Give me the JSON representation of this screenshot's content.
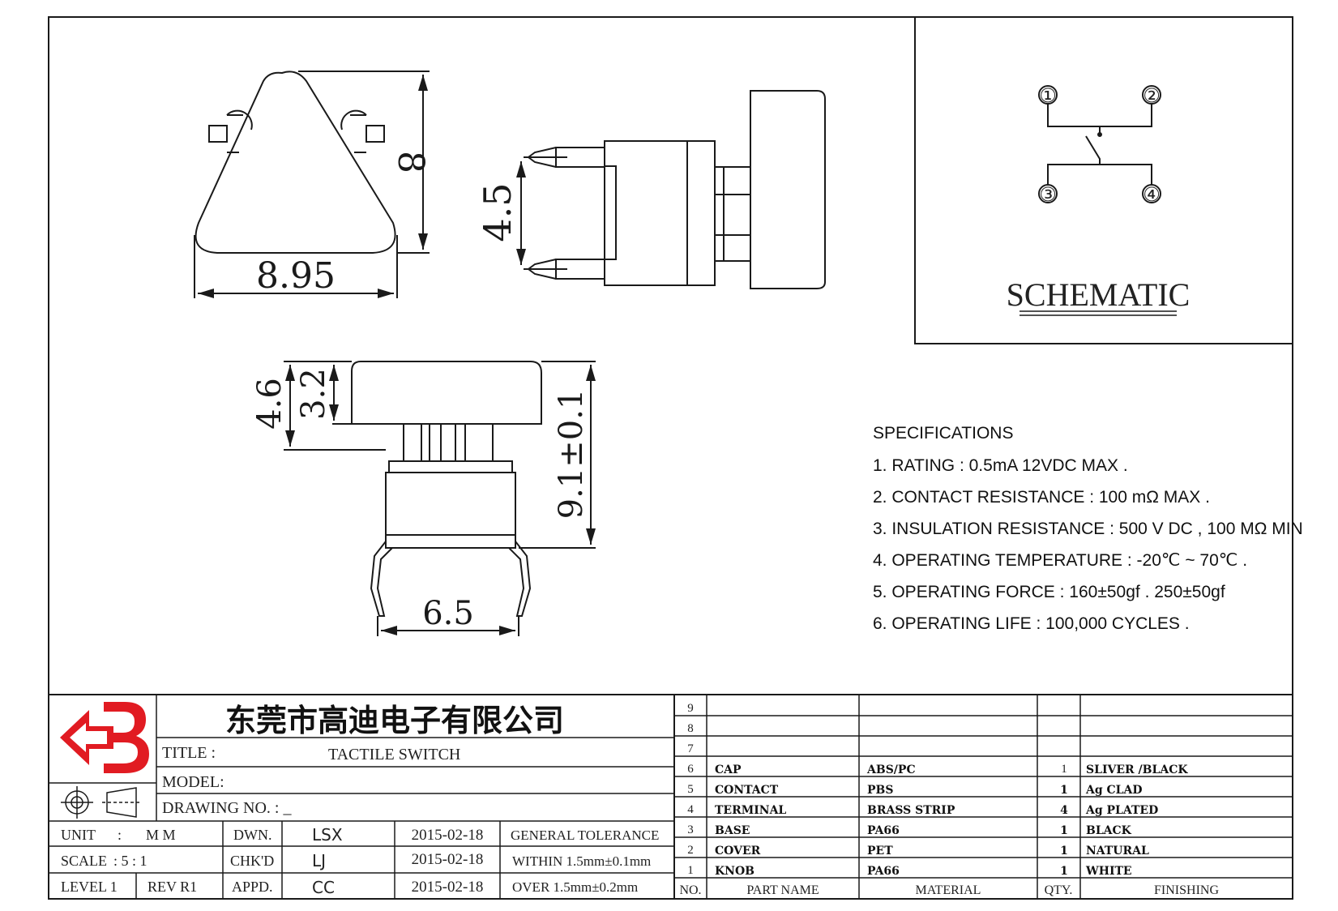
{
  "dimensions": {
    "triangle_width": "8.95",
    "triangle_height": "8",
    "pin_pitch": "4.5",
    "total_height": "4.6",
    "cap_height": "3.2",
    "overall_height": "9.1±0.1",
    "body_width": "6.5"
  },
  "schematic": {
    "label": "SCHEMATIC",
    "pins": [
      "①",
      "②",
      "③",
      "④"
    ]
  },
  "specifications": {
    "heading": "SPECIFICATIONS",
    "items": [
      "1. RATING : 0.5mA 12VDC MAX .",
      "2. CONTACT RESISTANCE : 100 mΩ MAX .",
      "3. INSULATION RESISTANCE : 500 V DC , 100 MΩ MIN",
      "4. OPERATING TEMPERATURE : -20℃ ~ 70℃ .",
      "5. OPERATING FORCE : 160±50gf . 250±50gf",
      "6. OPERATING LIFE : 100,000 CYCLES ."
    ]
  },
  "title_block": {
    "company": "东莞市高迪电子有限公司",
    "title_label": "TITLE :",
    "title_value": "TACTILE SWITCH",
    "model_label": "MODEL:",
    "drawing_no_label": "DRAWING NO. : _",
    "unit_label": "UNIT",
    "unit_colon": ":",
    "unit_value": "M M",
    "scale_label": "SCALE",
    "scale_value": ":  5 : 1",
    "level_label": "LEVEL 1",
    "rev_label": "REV  R1",
    "dwn_label": "DWN.",
    "dwn_name": "LSX",
    "dwn_date": "2015-02-18",
    "chk_label": "CHK'D",
    "chk_name": "LJ",
    "chk_date": "2015-02-18",
    "appd_label": "APPD.",
    "appd_name": "CC",
    "appd_date": "2015-02-18",
    "tol_label": "GENERAL TOLERANCE",
    "tol_within": "WITHIN 1.5mm±0.1mm",
    "tol_over": "OVER   1.5mm±0.2mm"
  },
  "bom": {
    "headers": {
      "no": "NO.",
      "part": "PART  NAME",
      "material": "MATERIAL",
      "qty": "QTY.",
      "finishing": "FINISHING"
    },
    "rows": [
      {
        "no": "9",
        "part": "",
        "material": "",
        "qty": "",
        "finishing": ""
      },
      {
        "no": "8",
        "part": "",
        "material": "",
        "qty": "",
        "finishing": ""
      },
      {
        "no": "7",
        "part": "",
        "material": "",
        "qty": "",
        "finishing": ""
      },
      {
        "no": "6",
        "part": "CAP",
        "material": "ABS/PC",
        "qty": "1",
        "finishing": "SLIVER /BLACK"
      },
      {
        "no": "5",
        "part": "CONTACT",
        "material": "PBS",
        "qty": "1",
        "finishing": "Ag CLAD"
      },
      {
        "no": "4",
        "part": "TERMINAL",
        "material": "BRASS STRIP",
        "qty": "4",
        "finishing": "Ag PLATED"
      },
      {
        "no": "3",
        "part": "BASE",
        "material": "PA66",
        "qty": "1",
        "finishing": "BLACK"
      },
      {
        "no": "2",
        "part": "COVER",
        "material": "PET",
        "qty": "1",
        "finishing": "NATURAL"
      },
      {
        "no": "1",
        "part": "KNOB",
        "material": "PA66",
        "qty": "1",
        "finishing": "WHITE"
      }
    ]
  },
  "colors": {
    "line": "#1a1a1a",
    "logo_red": "#e11b22"
  }
}
